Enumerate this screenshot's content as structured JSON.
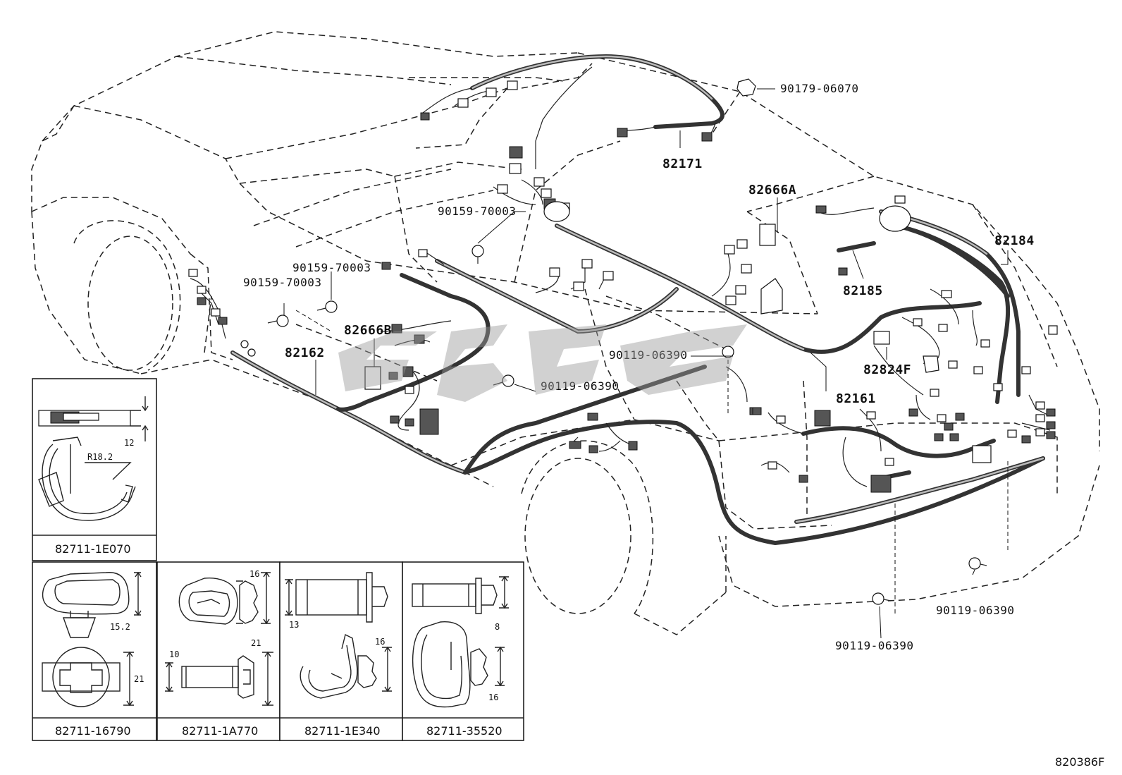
{
  "diagram_code": "820386F",
  "parts": {
    "p90179_06070": "90179-06070",
    "p82171": "82171",
    "p82666A": "82666A",
    "p90159_70003_top": "90159-70003",
    "p82184": "82184",
    "p82185": "82185",
    "p90159_70003_a": "90159-70003",
    "p90159_70003_b": "90159-70003",
    "p82666B": "82666B",
    "p82162": "82162",
    "p90119_06390_mid": "90119-06390",
    "p90119_06390_left": "90119-06390",
    "p82824F": "82824F",
    "p82161": "82161",
    "p90119_06390_right": "90119-06390",
    "p90119_06390_bottom": "90119-06390"
  },
  "insets": {
    "clip1": {
      "part": "82711-1E070",
      "dims": [
        "12",
        "R18.2"
      ]
    },
    "clip2": {
      "part": "82711-16790",
      "dims": [
        "15.2",
        "21"
      ]
    },
    "clip3": {
      "part": "82711-1A770",
      "dims": [
        "16",
        "21",
        "10"
      ]
    },
    "clip4": {
      "part": "82711-1E340",
      "dims": [
        "13",
        "16"
      ]
    },
    "clip5": {
      "part": "82711-35520",
      "dims": [
        "8",
        "16"
      ]
    }
  },
  "colors": {
    "line": "#222222",
    "harness": "#333333",
    "watermark": "#9a9a9a"
  }
}
